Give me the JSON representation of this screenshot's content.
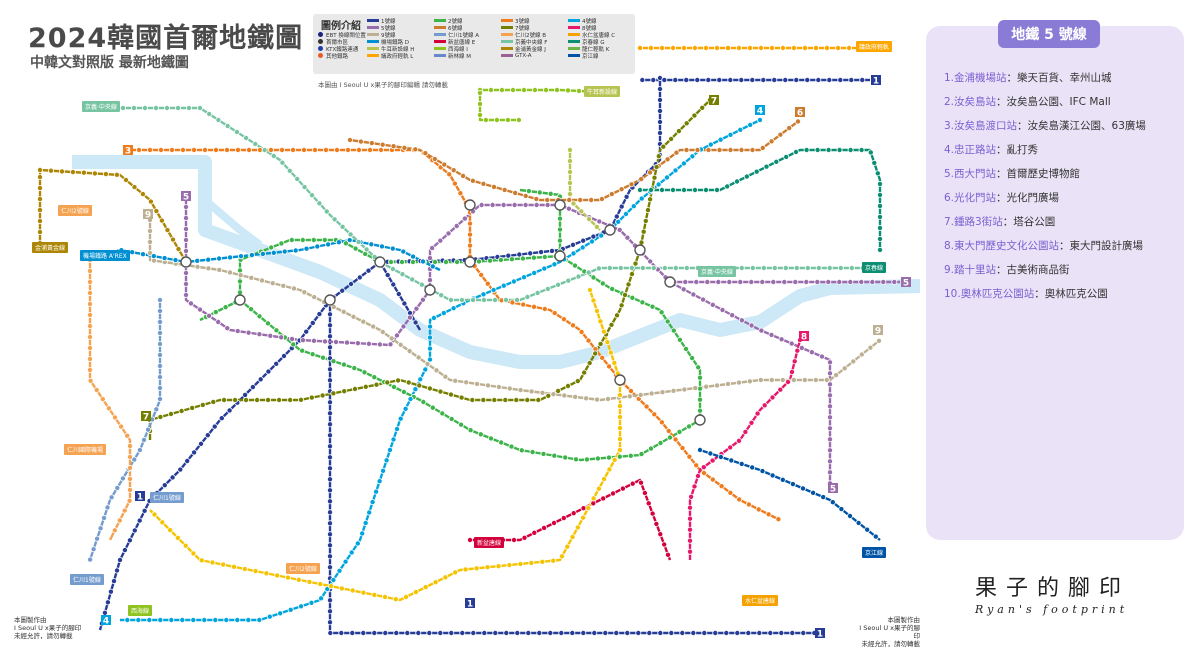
{
  "header": {
    "title": "2024韓國首爾地鐵圖",
    "subtitle": "中韓文對照版 最新地鐵圖"
  },
  "legend": {
    "title": "圖例介紹",
    "symbols": [
      {
        "label": "EBT 換線閘位置",
        "color": "#1a237e"
      },
      {
        "label": "首爾市區",
        "color": "#333333"
      },
      {
        "label": "KTX鐵路連通",
        "color": "#1e3ea8"
      },
      {
        "label": "其他鐵路",
        "color": "#e85a2a"
      }
    ],
    "lines": [
      {
        "label": "1號線",
        "color": "#263c96"
      },
      {
        "label": "2號線",
        "color": "#3cb44a"
      },
      {
        "label": "3號線",
        "color": "#ef7c1c"
      },
      {
        "label": "4號線",
        "color": "#00a5de"
      },
      {
        "label": "5號線",
        "color": "#996cac"
      },
      {
        "label": "6號線",
        "color": "#cd7c2f"
      },
      {
        "label": "7號線",
        "color": "#747f00"
      },
      {
        "label": "8號線",
        "color": "#e6186c"
      },
      {
        "label": "9號線",
        "color": "#bdb092"
      },
      {
        "label": "仁川1號線",
        "color": "#759cce"
      },
      {
        "label": "仁川2號線",
        "color": "#f5a251"
      },
      {
        "label": "水仁盆唐線",
        "color": "#f5a200"
      },
      {
        "label": "機場鐵路",
        "color": "#0090d2"
      },
      {
        "label": "新盆唐線",
        "color": "#d4003b"
      },
      {
        "label": "京義中央線",
        "color": "#77c4a3"
      },
      {
        "label": "京春線",
        "color": "#0c8e72"
      },
      {
        "label": "牛耳新設線",
        "color": "#b7c452"
      },
      {
        "label": "西海線",
        "color": "#8fc31f"
      },
      {
        "label": "金浦黃金線",
        "color": "#ad8605"
      },
      {
        "label": "龍仁輕軌",
        "color": "#6fb245"
      },
      {
        "label": "議政府輕軌",
        "color": "#fda600"
      },
      {
        "label": "新林線",
        "color": "#6789ca"
      },
      {
        "label": "GTX-A",
        "color": "#9a6292"
      },
      {
        "label": "京江線",
        "color": "#0054a6"
      }
    ],
    "line_codes": [
      "A",
      "B",
      "C",
      "D",
      "E",
      "F",
      "G",
      "H",
      "I",
      "J",
      "K",
      "L",
      "M"
    ]
  },
  "note": "本圖由 I Seoul U x果子的腳印編輯 請勿轉載",
  "credits": {
    "left": [
      "本圖製作由",
      "I Seoul U x果子的腳印",
      "未經允許，請勿轉載"
    ],
    "right": [
      "本圖製作由",
      "I Seoul U x果子的腳印",
      "未經允許，請勿轉載"
    ]
  },
  "map": {
    "line_numbers": [
      "1",
      "2",
      "3",
      "4",
      "5",
      "6",
      "7",
      "8",
      "9"
    ],
    "terminal_tags": [
      {
        "label": "京義·中央線",
        "color": "#77c4a3"
      },
      {
        "label": "仁川2號線",
        "color": "#f5a251"
      },
      {
        "label": "金浦黃金線",
        "color": "#ad8605"
      },
      {
        "label": "機場鐵路 A'REX",
        "color": "#0090d2"
      },
      {
        "label": "仁川國際機場",
        "color": "#f5a251"
      },
      {
        "label": "仁川1號線",
        "color": "#759cce"
      },
      {
        "label": "西海線",
        "color": "#8fc31f"
      },
      {
        "label": "新盆唐線",
        "color": "#d4003b"
      },
      {
        "label": "京春線",
        "color": "#0c8e72"
      },
      {
        "label": "京江線",
        "color": "#0054a6"
      },
      {
        "label": "京義·中央線",
        "color": "#77c4a3"
      },
      {
        "label": "議政府輕軌",
        "color": "#fda600"
      },
      {
        "label": "牛耳新設線",
        "color": "#b7c452"
      },
      {
        "label": "水仁盆唐線",
        "color": "#f5a200"
      },
      {
        "label": "仁川1號線",
        "color": "#759cce"
      },
      {
        "label": "仁川2號線",
        "color": "#f5a251"
      }
    ]
  },
  "panel": {
    "title": "地鐵 5 號線",
    "stations": [
      {
        "name": "1.金浦機場站",
        "desc": "：樂天百貨、幸州山城"
      },
      {
        "name": "2.汝矣島站",
        "desc": "：汝矣島公園、IFC Mall"
      },
      {
        "name": "3.汝矣島渡口站",
        "desc": "：汝矣島漢江公園、63廣場"
      },
      {
        "name": "4.忠正路站",
        "desc": "：亂打秀"
      },
      {
        "name": "5.西大門站",
        "desc": "：首爾歷史博物館"
      },
      {
        "name": "6.光化門站",
        "desc": "：光化門廣場"
      },
      {
        "name": "7.鍾路3街站",
        "desc": "：塔谷公園"
      },
      {
        "name": "8.東大門歷史文化公園站",
        "desc": "：東大門設計廣場"
      },
      {
        "name": "9.踏十里站",
        "desc": "：古美術商品街"
      },
      {
        "name": "10.奧林匹克公園站",
        "desc": "：奧林匹克公園"
      }
    ]
  },
  "brand": {
    "zh": "果子的腳印",
    "en": "Ryan's footprint"
  }
}
